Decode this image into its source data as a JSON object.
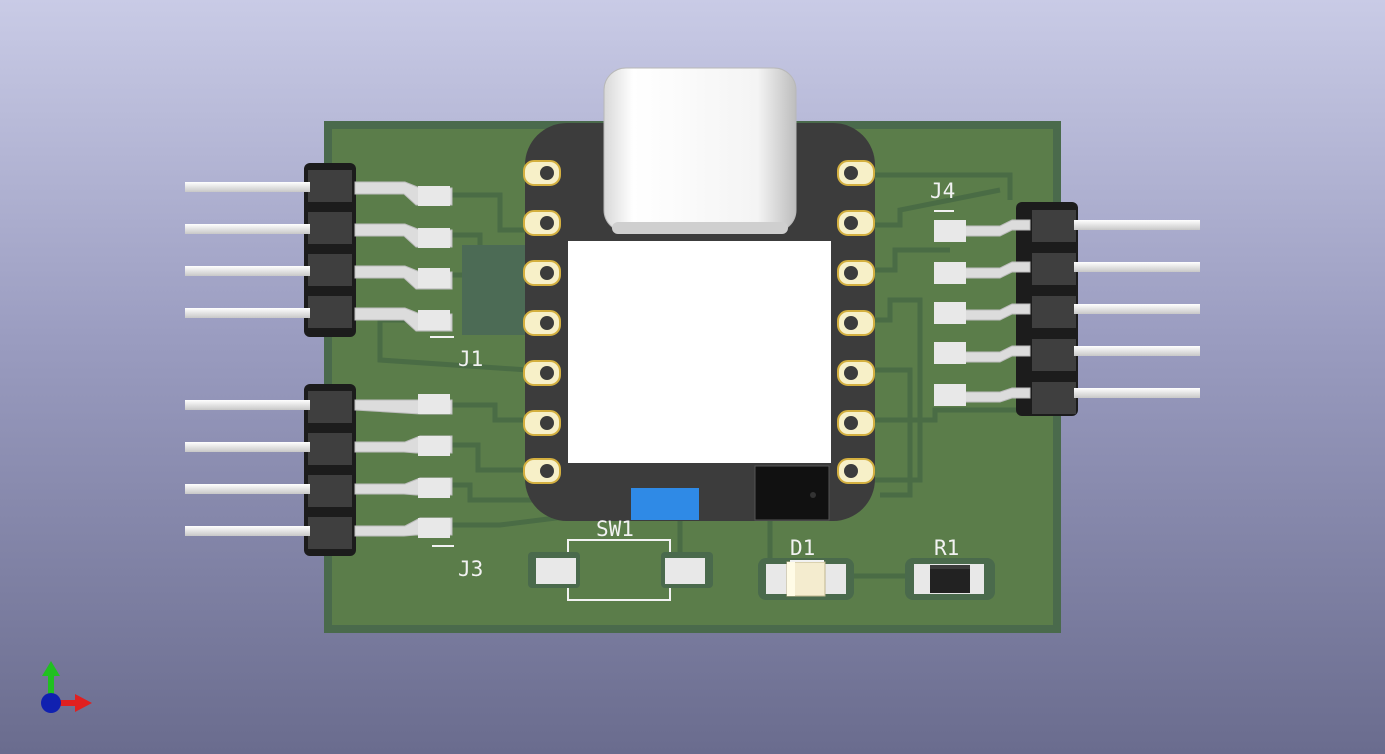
{
  "board": {
    "substrate_color": "#4a6a4c",
    "copper_color": "#5b7d4a",
    "silk_color": "#f2f2f2",
    "pad_color": "#e8e8e8"
  },
  "refs": {
    "j1": "J1",
    "j3": "J3",
    "j4": "J4",
    "sw1": "SW1",
    "d1": "D1",
    "r1": "R1"
  },
  "headers": {
    "j1_pins": 4,
    "j3_pins": 4,
    "j4_pins": 5
  },
  "module": {
    "castellated_pads_per_side": 7,
    "connector": "usb-c"
  },
  "axes": {
    "x_color": "#e02020",
    "y_color": "#20c020",
    "z_color": "#1020b0"
  }
}
